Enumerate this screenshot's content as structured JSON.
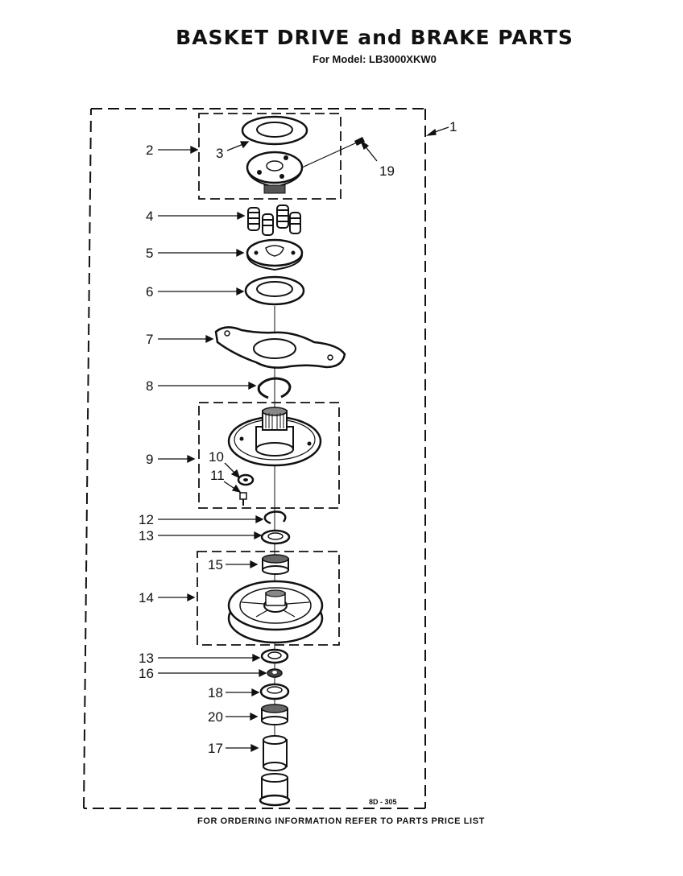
{
  "header": {
    "title": "BASKET DRIVE and BRAKE PARTS",
    "model_line": "For Model: LB3000XKW0"
  },
  "diagram": {
    "drawing_code": "8D - 305",
    "callouts": [
      "1",
      "2",
      "3",
      "4",
      "5",
      "6",
      "7",
      "8",
      "9",
      "10",
      "11",
      "12",
      "13",
      "13",
      "14",
      "15",
      "16",
      "17",
      "18",
      "19",
      "20"
    ]
  },
  "footer": {
    "note": "FOR ORDERING INFORMATION REFER TO PARTS PRICE LIST"
  }
}
